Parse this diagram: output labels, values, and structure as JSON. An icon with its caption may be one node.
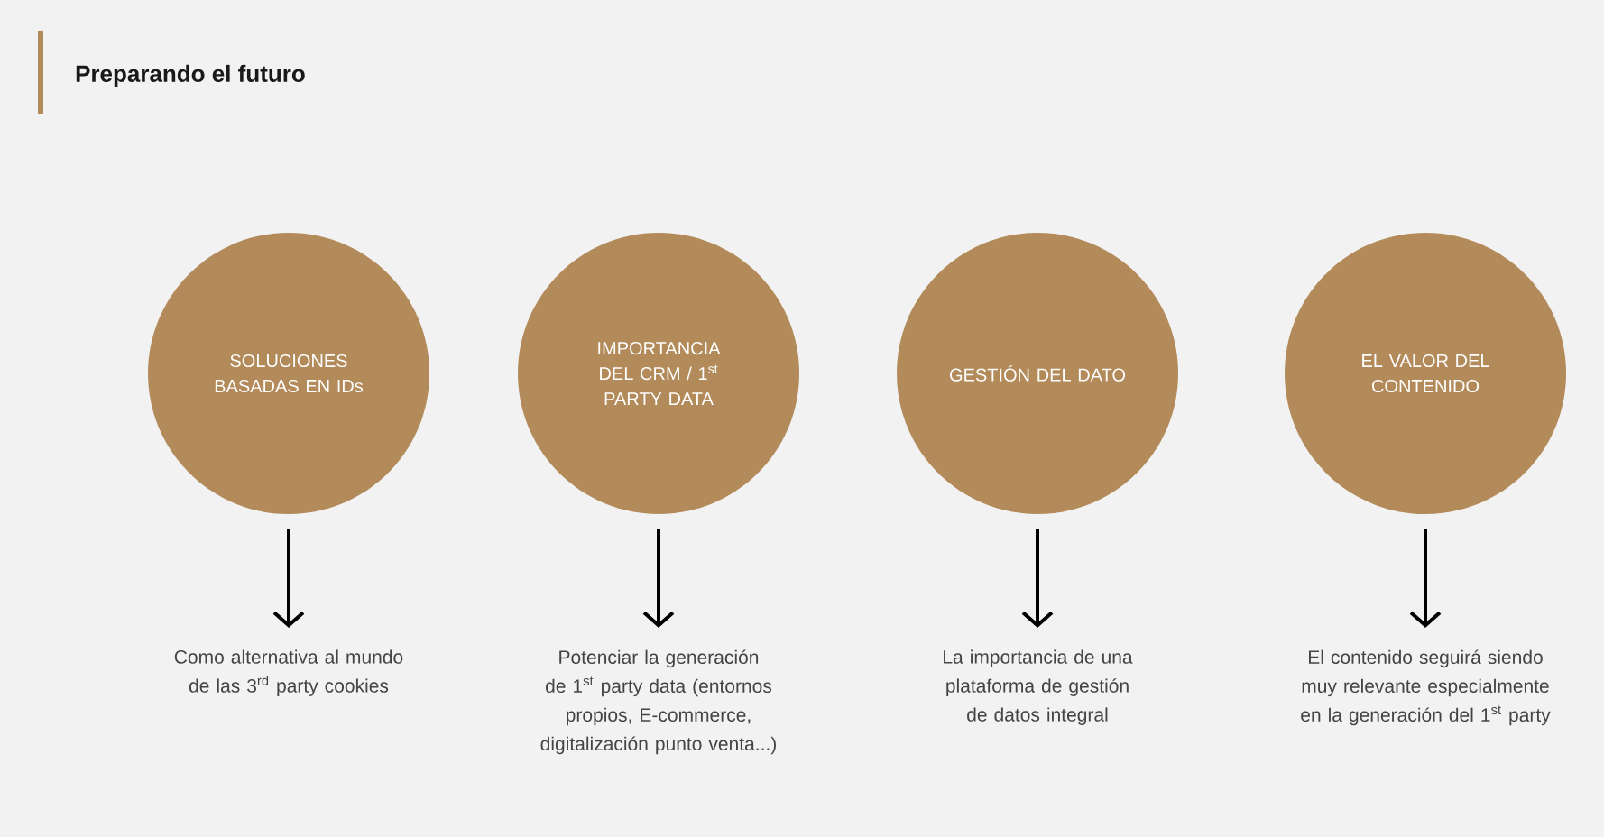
{
  "diagram": {
    "title": "Preparando el futuro",
    "nodes": [
      {
        "text": [
          "SOLUCIONES BASADAS EN IDs"
        ]
      },
      {
        "text": [
          "IMPORTANCIA DEL CRM / 1$^{st}$ PARTY DATA"
        ]
      },
      {
        "text": [
          "GESTIÓN DEL DATO"
        ]
      },
      {
        "text": [
          "EL VALOR DEL CONTENIDO"
        ]
      },
      {
        "text": [
          "Como alternativa al mundo de las 3$^{rd}$ party cookies"
        ]
      },
      {
        "text": [
          "Potenciar la generación de 1$^{st}$ party data (entornos propios, E-commerce, digitalización punto venta...)"
        ]
      },
      {
        "text": [
          "La importancia de una plataforma de gestión de datos integral"
        ]
      },
      {
        "text": [
          "El contenido seguirá siendo muy relevante especialmente en la generación del 1$^{st}$ party"
        ]
      }
    ],
    "edges": [
      {
        "from": 0,
        "to": 4,
        "arrow": "to"
      },
      {
        "from": 1,
        "to": 5,
        "arrow": "to"
      },
      {
        "from": 2,
        "to": 6,
        "arrow": "to"
      },
      {
        "from": 3,
        "to": 7,
        "arrow": "to"
      }
    ]
  }
}
